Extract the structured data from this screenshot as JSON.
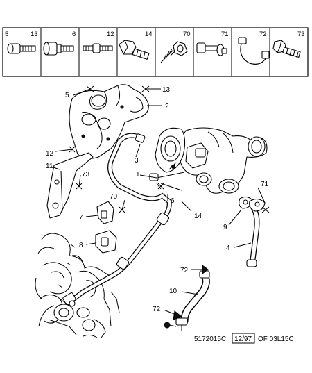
{
  "header_parts": [
    {
      "left": "5",
      "right": "13",
      "icon": "allen-bolt-icon"
    },
    {
      "left": "",
      "right": "6",
      "icon": "collar-bolt-icon"
    },
    {
      "left": "",
      "right": "12",
      "icon": "stud-icon"
    },
    {
      "left": "",
      "right": "14",
      "icon": "hex-flange-bolt-icon"
    },
    {
      "left": "",
      "right": "70",
      "icon": "self-tapping-screw-icon"
    },
    {
      "left": "",
      "right": "71",
      "icon": "banjo-bolt-icon"
    },
    {
      "left": "",
      "right": "72",
      "icon": "hose-clamp-icon"
    },
    {
      "left": "",
      "right": "73",
      "icon": "hex-bolt-icon"
    }
  ],
  "callouts": {
    "c5": "5",
    "c13": "13",
    "c2": "2",
    "c12": "12",
    "c11": "11",
    "c73": "73",
    "c3": "3",
    "c1": "1",
    "c70": "70",
    "c7": "7",
    "c8": "8",
    "c6": "6",
    "c14": "14",
    "c71": "71",
    "c9": "9",
    "c4": "4",
    "c72a": "72",
    "c10": "10",
    "c72b": "72"
  },
  "reference": {
    "code": "5172015C",
    "date": "12/97",
    "qf": "QF 03L15C"
  }
}
